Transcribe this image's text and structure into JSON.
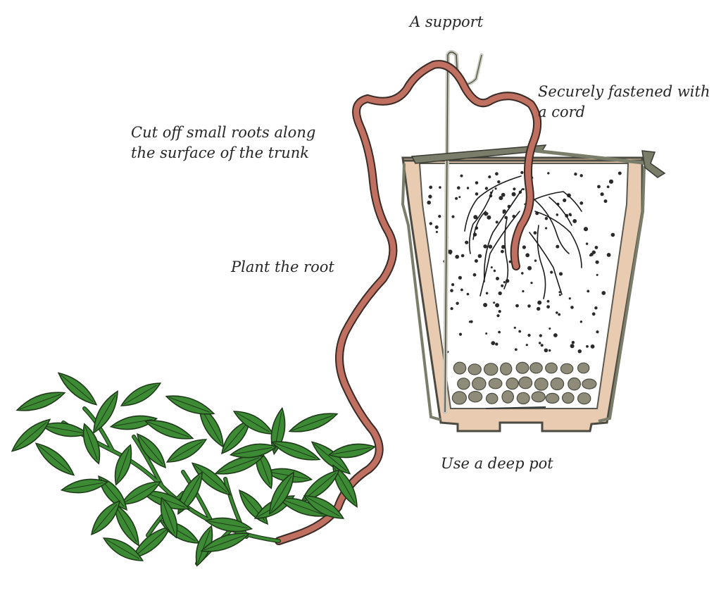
{
  "labels": {
    "support": "A support",
    "fastened_line1": "Securely fastened with",
    "fastened_line2": "a cord",
    "cut_line1": "Cut off small roots along",
    "cut_line2": "the surface of the trunk",
    "plant": "Plant the root",
    "pot": "Use a deep pot"
  },
  "colors": {
    "root": "#c07060",
    "root_outline": "#3a2a25",
    "pot": "#e8cbb0",
    "pot_outline": "#4a4a40",
    "cord": "#7a7d6a",
    "stick": "#c9c9bd",
    "stones": "#8e8c79",
    "leaf": "#3d8a35",
    "leaf_outline": "#1d3a18",
    "soil_dot": "#2a2a2a"
  }
}
